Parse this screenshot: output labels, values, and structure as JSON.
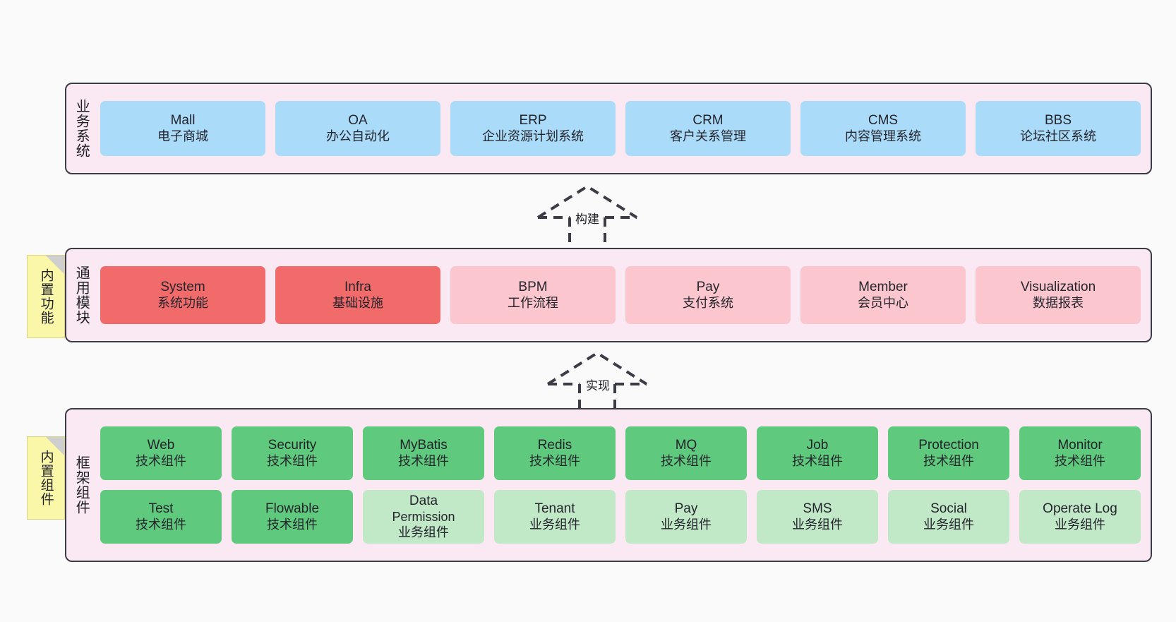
{
  "diagram": {
    "title": "yudao-cloud architecture layers",
    "colors": {
      "panel_bg": "#fae9f2",
      "panel_border": "#3c3c46",
      "business_box": "#aadcfa",
      "module_core": "#f26b6b",
      "module_optional": "#fbc6ce",
      "framework_tech": "#5fca7d",
      "framework_business": "#c1e9c8",
      "note_bg": "#fbf7a8",
      "canvas_bg": "#fafafa"
    }
  },
  "layers": [
    {
      "id": "business-systems",
      "title": "业务系统",
      "rows": [
        {
          "boxes": [
            {
              "name": "Mall",
              "lines": [
                "Mall",
                "电子商城"
              ],
              "style": "c-blue"
            },
            {
              "name": "OA",
              "lines": [
                "OA",
                "办公自动化"
              ],
              "style": "c-blue"
            },
            {
              "name": "ERP",
              "lines": [
                "ERP",
                "企业资源计划系统"
              ],
              "style": "c-blue"
            },
            {
              "name": "CRM",
              "lines": [
                "CRM",
                "客户关系管理"
              ],
              "style": "c-blue"
            },
            {
              "name": "CMS",
              "lines": [
                "CMS",
                "内容管理系统"
              ],
              "style": "c-blue"
            },
            {
              "name": "BBS",
              "lines": [
                "BBS",
                "论坛社区系统"
              ],
              "style": "c-blue"
            }
          ]
        }
      ]
    },
    {
      "id": "common-modules",
      "title": "通用模块",
      "note": "内置功能",
      "rows": [
        {
          "boxes": [
            {
              "name": "System",
              "lines": [
                "System",
                "系统功能"
              ],
              "style": "c-red"
            },
            {
              "name": "Infra",
              "lines": [
                "Infra",
                "基础设施"
              ],
              "style": "c-red"
            },
            {
              "name": "BPM",
              "lines": [
                "BPM",
                "工作流程"
              ],
              "style": "c-pink"
            },
            {
              "name": "Pay",
              "lines": [
                "Pay",
                "支付系统"
              ],
              "style": "c-pink"
            },
            {
              "name": "Member",
              "lines": [
                "Member",
                "会员中心"
              ],
              "style": "c-pink"
            },
            {
              "name": "Visualization",
              "lines": [
                "Visualization",
                "数据报表"
              ],
              "style": "c-pink"
            }
          ]
        }
      ]
    },
    {
      "id": "framework-components",
      "title": "框架组件",
      "note": "内置组件",
      "rows": [
        {
          "boxes": [
            {
              "name": "Web",
              "lines": [
                "Web",
                "技术组件"
              ],
              "style": "c-green-dark"
            },
            {
              "name": "Security",
              "lines": [
                "Security",
                "技术组件"
              ],
              "style": "c-green-dark"
            },
            {
              "name": "MyBatis",
              "lines": [
                "MyBatis",
                "技术组件"
              ],
              "style": "c-green-dark"
            },
            {
              "name": "Redis",
              "lines": [
                "Redis",
                "技术组件"
              ],
              "style": "c-green-dark"
            },
            {
              "name": "MQ",
              "lines": [
                "MQ",
                "技术组件"
              ],
              "style": "c-green-dark"
            },
            {
              "name": "Job",
              "lines": [
                "Job",
                "技术组件"
              ],
              "style": "c-green-dark"
            },
            {
              "name": "Protection",
              "lines": [
                "Protection",
                "技术组件"
              ],
              "style": "c-green-dark"
            },
            {
              "name": "Monitor",
              "lines": [
                "Monitor",
                "技术组件"
              ],
              "style": "c-green-dark"
            }
          ]
        },
        {
          "boxes": [
            {
              "name": "Test",
              "lines": [
                "Test",
                "技术组件"
              ],
              "style": "c-green-dark"
            },
            {
              "name": "Flowable",
              "lines": [
                "Flowable",
                "技术组件"
              ],
              "style": "c-green-dark"
            },
            {
              "name": "Data Permission",
              "lines": [
                "Data",
                "Permission",
                "业务组件"
              ],
              "style": "c-green-light"
            },
            {
              "name": "Tenant",
              "lines": [
                "Tenant",
                "业务组件"
              ],
              "style": "c-green-light"
            },
            {
              "name": "Pay",
              "lines": [
                "Pay",
                "业务组件"
              ],
              "style": "c-green-light"
            },
            {
              "name": "SMS",
              "lines": [
                "SMS",
                "业务组件"
              ],
              "style": "c-green-light"
            },
            {
              "name": "Social",
              "lines": [
                "Social",
                "业务组件"
              ],
              "style": "c-green-light"
            },
            {
              "name": "Operate Log",
              "lines": [
                "Operate Log",
                "业务组件"
              ],
              "style": "c-green-light"
            }
          ]
        }
      ]
    }
  ],
  "connectors": [
    {
      "id": "build",
      "label": "构建",
      "from": "common-modules",
      "to": "business-systems"
    },
    {
      "id": "implement",
      "label": "实现",
      "from": "framework-components",
      "to": "common-modules"
    }
  ]
}
